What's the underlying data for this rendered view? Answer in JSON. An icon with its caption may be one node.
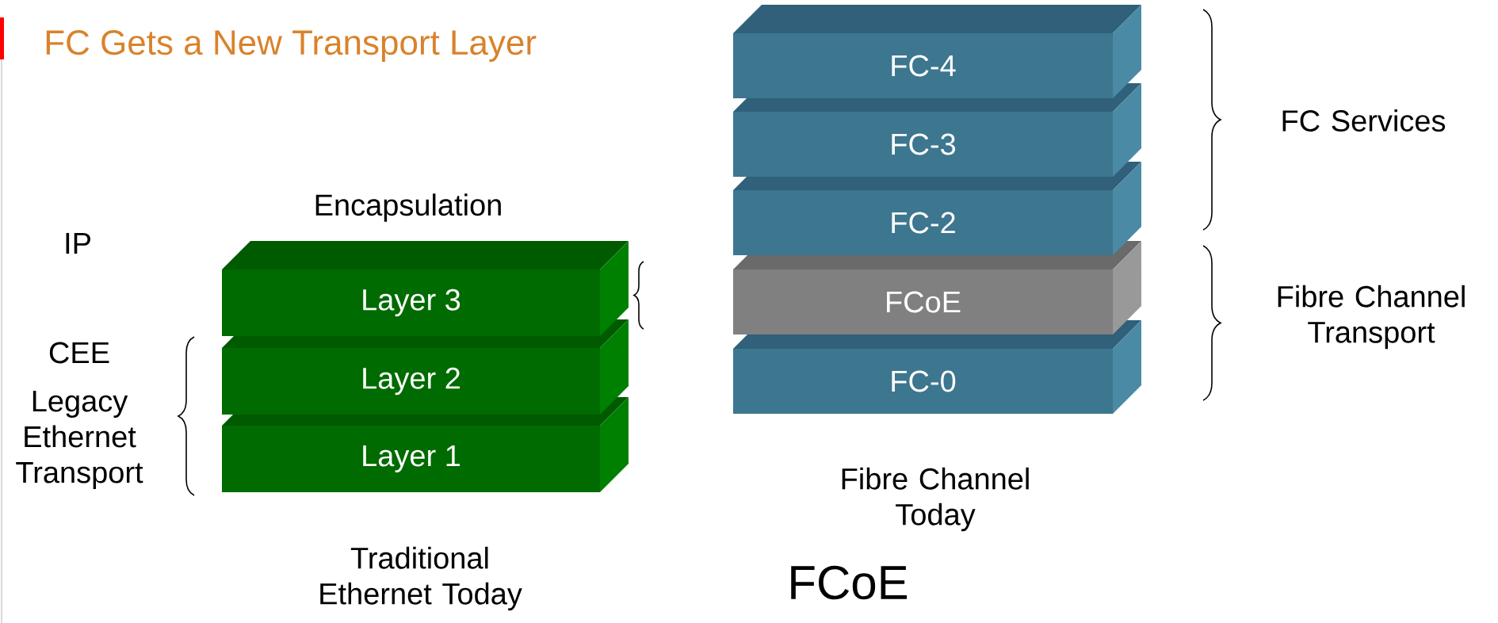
{
  "diagram": {
    "title": "FC Gets a New Transport Layer",
    "nodes": [
      {
        "text": [
          "Layer 3"
        ]
      },
      {
        "text": [
          "Layer 2"
        ]
      },
      {
        "text": [
          "Layer 1"
        ]
      },
      {
        "text": [
          "FC-4"
        ]
      },
      {
        "text": [
          "FC-3"
        ]
      },
      {
        "text": [
          "FC-2"
        ]
      },
      {
        "text": [
          "FCoE"
        ]
      },
      {
        "text": [
          "FC-0"
        ]
      }
    ],
    "labels": [
      "IP",
      "Encapsulation",
      "CEE",
      "Legacy Ethernet Transport",
      "FC Services",
      "Fibre Channel Transport",
      "Traditional Ethernet Today",
      "Fibre Channel Today",
      "FCoE"
    ]
  }
}
